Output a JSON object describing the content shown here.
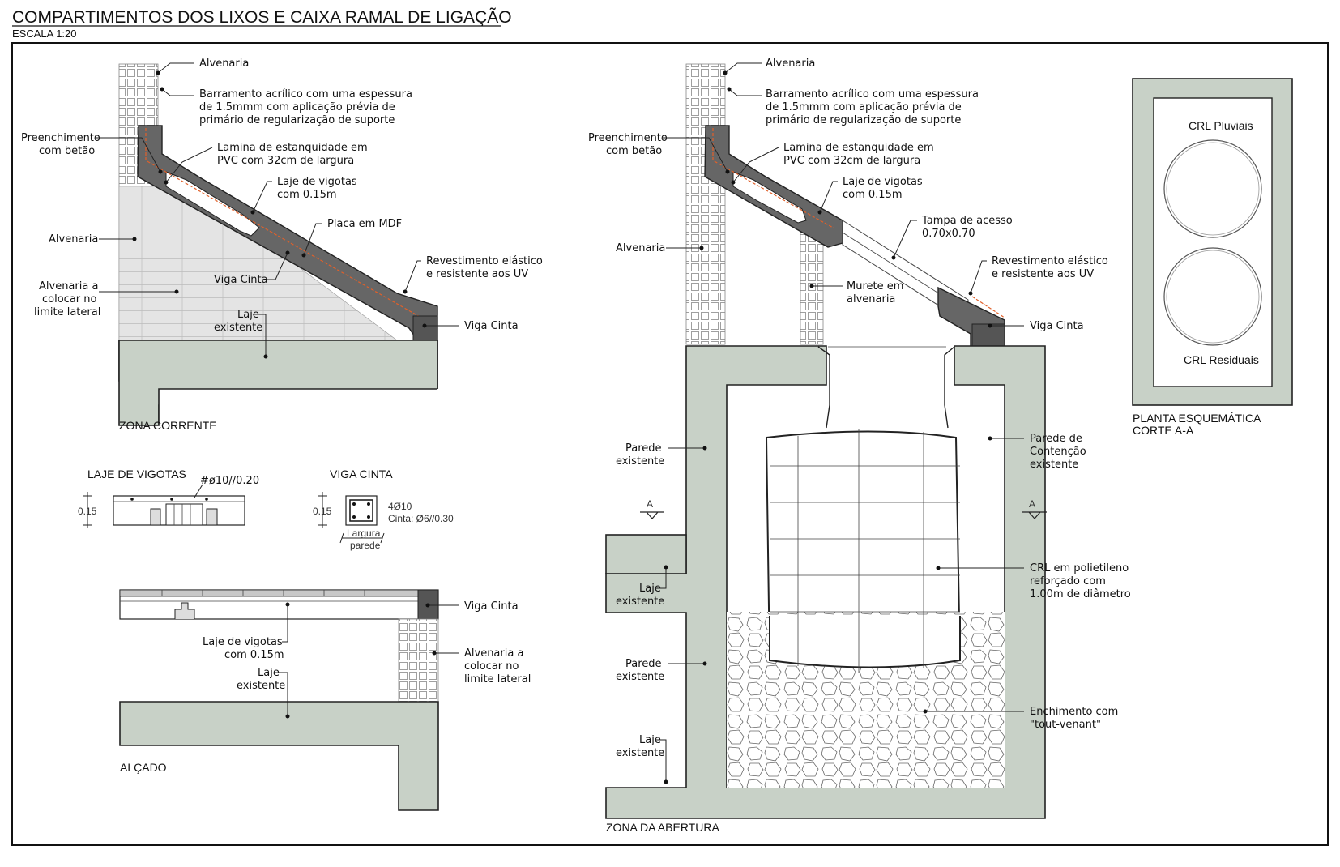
{
  "title": "COMPARTIMENTOS DOS LIXOS E CAIXA RAMAL DE LIGAÇÃO",
  "scale": "ESCALA 1:20",
  "colors": {
    "slab": "#c8d1c7",
    "concrete": "#666666",
    "membrane": "#e0602a",
    "line": "#222222"
  },
  "zona_corrente": {
    "caption": "ZONA CORRENTE",
    "alvenaria_top": "Alvenaria",
    "barramento": [
      "Barramento acrílico com uma espessura",
      "de 1.5mmm com aplicação prévia de",
      "primário de regularização de suporte"
    ],
    "preenchimento": [
      "Preenchimento",
      "com betão"
    ],
    "lamina": [
      "Lamina de estanquidade em",
      "PVC com 32cm de largura"
    ],
    "laje_vigotas": [
      "Laje de vigotas",
      "com 0.15m"
    ],
    "placa": "Placa em MDF",
    "alvenaria_left": "Alvenaria",
    "revestimento": [
      "Revestimento elástico",
      "e resistente aos UV"
    ],
    "alvenaria_lateral": [
      "Alvenaria a",
      "colocar no",
      "limite lateral"
    ],
    "viga_cinta_inner": "Viga Cinta",
    "laje_existente": [
      "Laje",
      "existente"
    ],
    "viga_cinta": "Viga Cinta"
  },
  "laje_vigotas_detail": {
    "caption": "LAJE DE VIGOTAS",
    "rebar": "#ø10//0.20",
    "dim": "0.15"
  },
  "viga_cinta_detail": {
    "caption": "VIGA CINTA",
    "rebar": "4Ø10",
    "stirrups": "Cinta: Ø6//0.30",
    "dim": "0.15",
    "width": [
      "Largura",
      "parede"
    ]
  },
  "alcado": {
    "caption": "ALÇADO",
    "viga_cinta": "Viga Cinta",
    "laje_vigotas": [
      "Laje de vigotas",
      "com 0.15m"
    ],
    "laje_existente": [
      "Laje",
      "existente"
    ],
    "alvenaria_lateral": [
      "Alvenaria a",
      "colocar no",
      "limite lateral"
    ]
  },
  "zona_abertura": {
    "caption": "ZONA DA ABERTURA",
    "alvenaria_top": "Alvenaria",
    "barramento": [
      "Barramento acrílico com uma espessura",
      "de 1.5mmm com aplicação prévia de",
      "primário de regularização de suporte"
    ],
    "preenchimento": [
      "Preenchimento",
      "com betão"
    ],
    "lamina": [
      "Lamina de estanquidade em",
      "PVC com 32cm de largura"
    ],
    "laje_vigotas": [
      "Laje de vigotas",
      "com 0.15m"
    ],
    "tampa": [
      "Tampa de acesso",
      "0.70x0.70"
    ],
    "alvenaria_left": "Alvenaria",
    "revestimento": [
      "Revestimento elástico",
      "e resistente aos UV"
    ],
    "murete": [
      "Murete em",
      "alvenaria"
    ],
    "viga_cinta": "Viga Cinta",
    "parede_existente_1": [
      "Parede",
      "existente"
    ],
    "parede_contencao": [
      "Parede de",
      "Contenção",
      "existente"
    ],
    "section_mark": "A",
    "laje_existente_1": [
      "Laje",
      "existente"
    ],
    "crl": [
      "CRL em polietileno",
      "reforçado com",
      "1.00m de diâmetro"
    ],
    "parede_existente_2": [
      "Parede",
      "existente"
    ],
    "enchimento": [
      "Enchimento com",
      "\"tout-venant\""
    ],
    "laje_existente_2": [
      "Laje",
      "existente"
    ]
  },
  "planta": {
    "crl_top": "CRL Pluviais",
    "crl_bottom": "CRL Residuais",
    "caption": [
      "PLANTA ESQUEMÁTICA",
      "CORTE A-A"
    ]
  }
}
